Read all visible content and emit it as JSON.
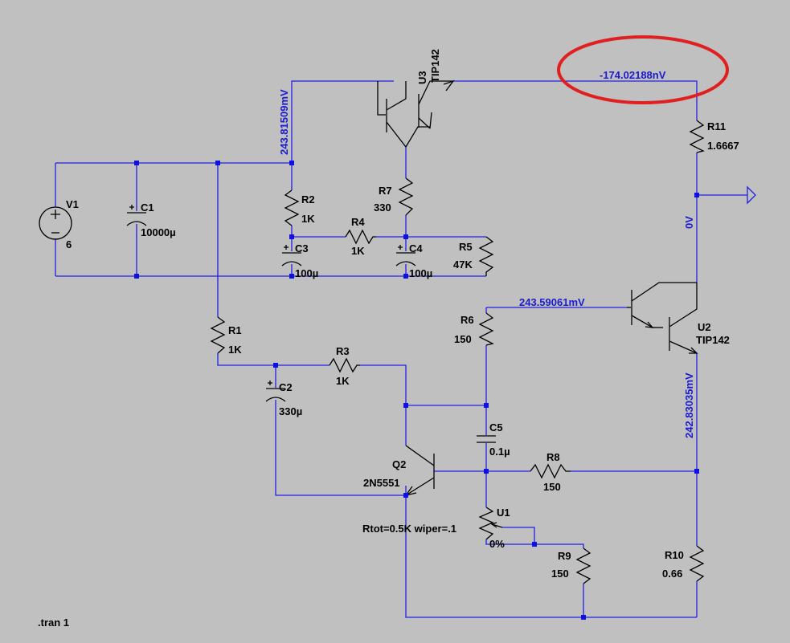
{
  "schematic": {
    "directive": ".tran 1",
    "components": {
      "V1": {
        "name": "V1",
        "value": "6"
      },
      "C1": {
        "name": "C1",
        "value": "10000µ"
      },
      "R2": {
        "name": "R2",
        "value": "1K"
      },
      "R4": {
        "name": "R4",
        "value": "1K"
      },
      "R7": {
        "name": "R7",
        "value": "330"
      },
      "C3": {
        "name": "C3",
        "value": "100µ"
      },
      "C4": {
        "name": "C4",
        "value": "100µ"
      },
      "R5": {
        "name": "R5",
        "value": "47K"
      },
      "U3": {
        "name": "U3",
        "value": "TIP142"
      },
      "R11": {
        "name": "R11",
        "value": "1.6667"
      },
      "R1": {
        "name": "R1",
        "value": "1K"
      },
      "C2": {
        "name": "C2",
        "value": "330µ"
      },
      "R3": {
        "name": "R3",
        "value": "1K"
      },
      "R6": {
        "name": "R6",
        "value": "150"
      },
      "U2": {
        "name": "U2",
        "value": "TIP142"
      },
      "C5": {
        "name": "C5",
        "value": "0.1µ"
      },
      "Q2": {
        "name": "Q2",
        "value": "2N5551"
      },
      "R8": {
        "name": "R8",
        "value": "150"
      },
      "U1": {
        "name": "U1",
        "value": "0%",
        "params": "Rtot=0.5K wiper=.1"
      },
      "R9": {
        "name": "R9",
        "value": "150"
      },
      "R10": {
        "name": "R10",
        "value": "0.66"
      }
    },
    "net_labels": {
      "u3_base": "243.81509mV",
      "u3_emitter_out": "-174.02188nV",
      "ground_node": "0V",
      "u2_base": "243.59061mV",
      "u2_emitter": "242.83035mV"
    },
    "highlight_color": "#e02020",
    "wire_color": "#2020e0"
  }
}
